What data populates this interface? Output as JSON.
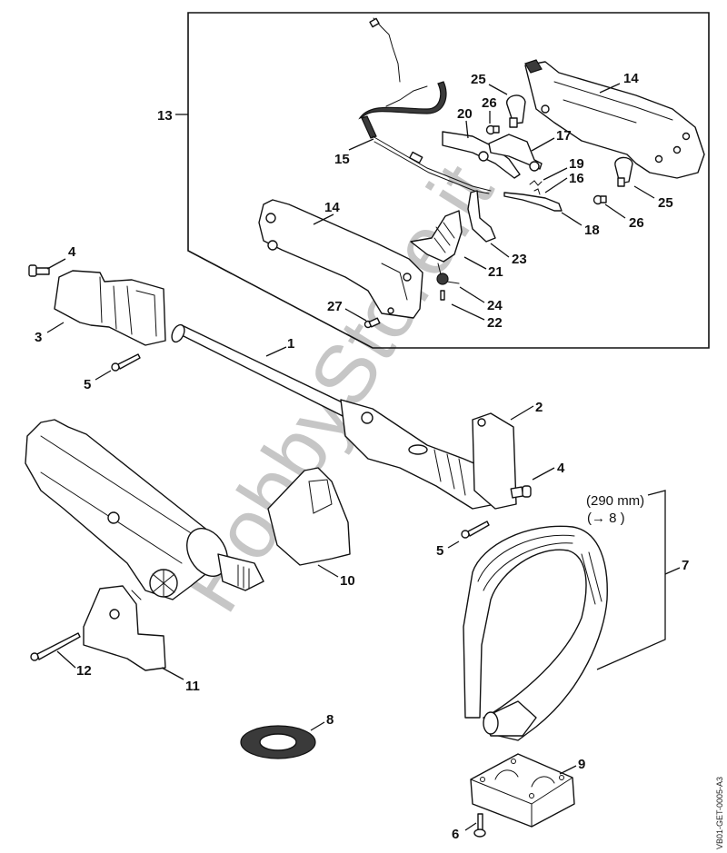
{
  "diagram": {
    "title": "Exploded parts diagram - shaft, handle and loop handle assembly",
    "reference_code": "VB01-GET-0005-A3",
    "watermark": "HobbyStore.it",
    "loop_handle_note_line1": "(290 mm)",
    "loop_handle_note_line2": "(→ 8 )"
  },
  "callouts": [
    {
      "id": "c13",
      "label": "13",
      "part": "control-handle-assembly"
    },
    {
      "id": "c15",
      "label": "15",
      "part": "wiring-harness"
    },
    {
      "id": "c25a",
      "label": "25",
      "part": "clamp"
    },
    {
      "id": "c26a",
      "label": "26",
      "part": "screw"
    },
    {
      "id": "c20",
      "label": "20",
      "part": "lockout-lever"
    },
    {
      "id": "c17",
      "label": "17",
      "part": "slide-control"
    },
    {
      "id": "c14a",
      "label": "14",
      "part": "handle-half-upper"
    },
    {
      "id": "c19",
      "label": "19",
      "part": "torsion-spring"
    },
    {
      "id": "c16",
      "label": "16",
      "part": "spring"
    },
    {
      "id": "c18",
      "label": "18",
      "part": "contact-spring"
    },
    {
      "id": "c25b",
      "label": "25",
      "part": "clamp"
    },
    {
      "id": "c26b",
      "label": "26",
      "part": "screw"
    },
    {
      "id": "c14b",
      "label": "14",
      "part": "handle-half-lower"
    },
    {
      "id": "c23",
      "label": "23",
      "part": "throttle-trigger"
    },
    {
      "id": "c21",
      "label": "21",
      "part": "interlock-lever"
    },
    {
      "id": "c24",
      "label": "24",
      "part": "torsion-spring"
    },
    {
      "id": "c22",
      "label": "22",
      "part": "pin"
    },
    {
      "id": "c27",
      "label": "27",
      "part": "screw"
    },
    {
      "id": "c4a",
      "label": "4",
      "part": "screw"
    },
    {
      "id": "c3",
      "label": "3",
      "part": "clamp-housing"
    },
    {
      "id": "c5a",
      "label": "5",
      "part": "screw"
    },
    {
      "id": "c1",
      "label": "1",
      "part": "drive-tube"
    },
    {
      "id": "c2",
      "label": "2",
      "part": "clamp-housing"
    },
    {
      "id": "c4b",
      "label": "4",
      "part": "screw"
    },
    {
      "id": "c5b",
      "label": "5",
      "part": "screw"
    },
    {
      "id": "c7",
      "label": "7",
      "part": "loop-handle"
    },
    {
      "id": "c10",
      "label": "10",
      "part": "cover"
    },
    {
      "id": "c12",
      "label": "12",
      "part": "screw"
    },
    {
      "id": "c11",
      "label": "11",
      "part": "bracket"
    },
    {
      "id": "c8",
      "label": "8",
      "part": "grip-hose"
    },
    {
      "id": "c9",
      "label": "9",
      "part": "clamp-block"
    },
    {
      "id": "c6",
      "label": "6",
      "part": "screw"
    }
  ]
}
